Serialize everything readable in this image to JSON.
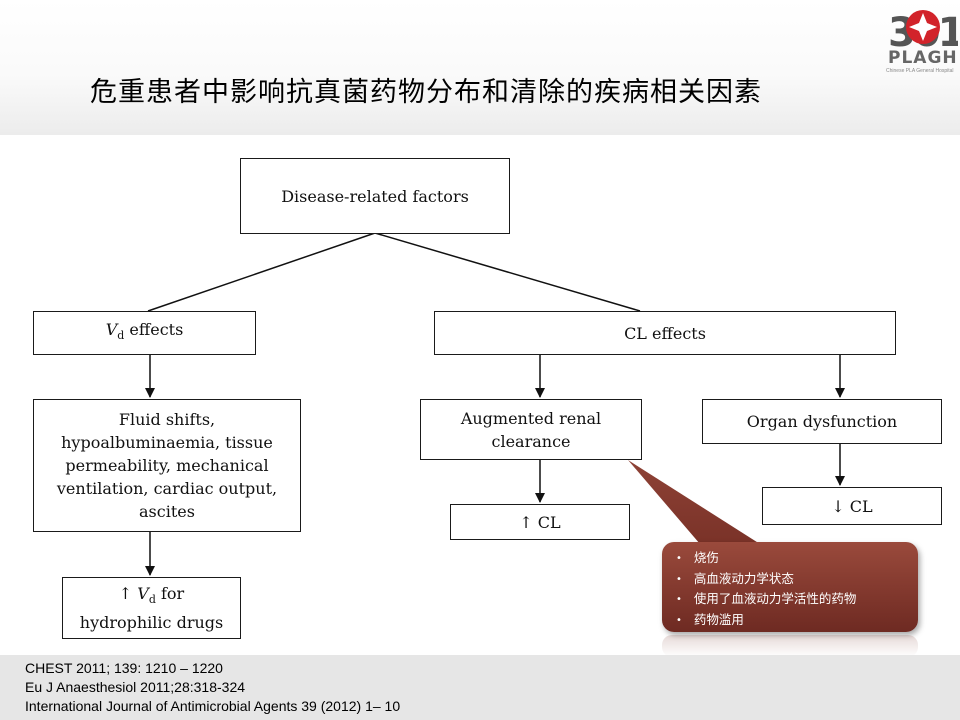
{
  "title": "危重患者中影响抗真菌药物分布和清除的疾病相关因素",
  "logo": {
    "numerals": "301",
    "brand": "PLAGH",
    "subtitle": "Chinese PLA General Hospital"
  },
  "diagram": {
    "root": "Disease-related factors",
    "vd_effects": {
      "symbol": "V",
      "subscript": "d",
      "suffix": " effects"
    },
    "cl_effects": "CL effects",
    "vd_causes": "Fluid shifts,\nhypoalbuminaemia, tissue\npermeability, mechanical\nventilation, cardiac output,\nascites",
    "vd_result": {
      "arrow": "↑ ",
      "symbol": "V",
      "subscript": "d",
      "suffix": " for",
      "line2": "hydrophilic drugs"
    },
    "renal": "Augmented renal\nclearance",
    "renal_result": "↑ CL",
    "organ": "Organ dysfunction",
    "organ_result": "↓ CL"
  },
  "callout": {
    "items": [
      "烧伤",
      "高血液动力学状态",
      "使用了血液动力学活性的药物",
      "药物滥用"
    ]
  },
  "references": [
    "CHEST 2011; 139: 1210 – 1220",
    "Eu J Anaesthesiol 2011;28:318-324",
    "International Journal of Antimicrobial Agents 39 (2012) 1– 10"
  ],
  "colors": {
    "callout": "#7d3429",
    "logo_red": "#d2232a",
    "footer": "#e6e6e6"
  }
}
